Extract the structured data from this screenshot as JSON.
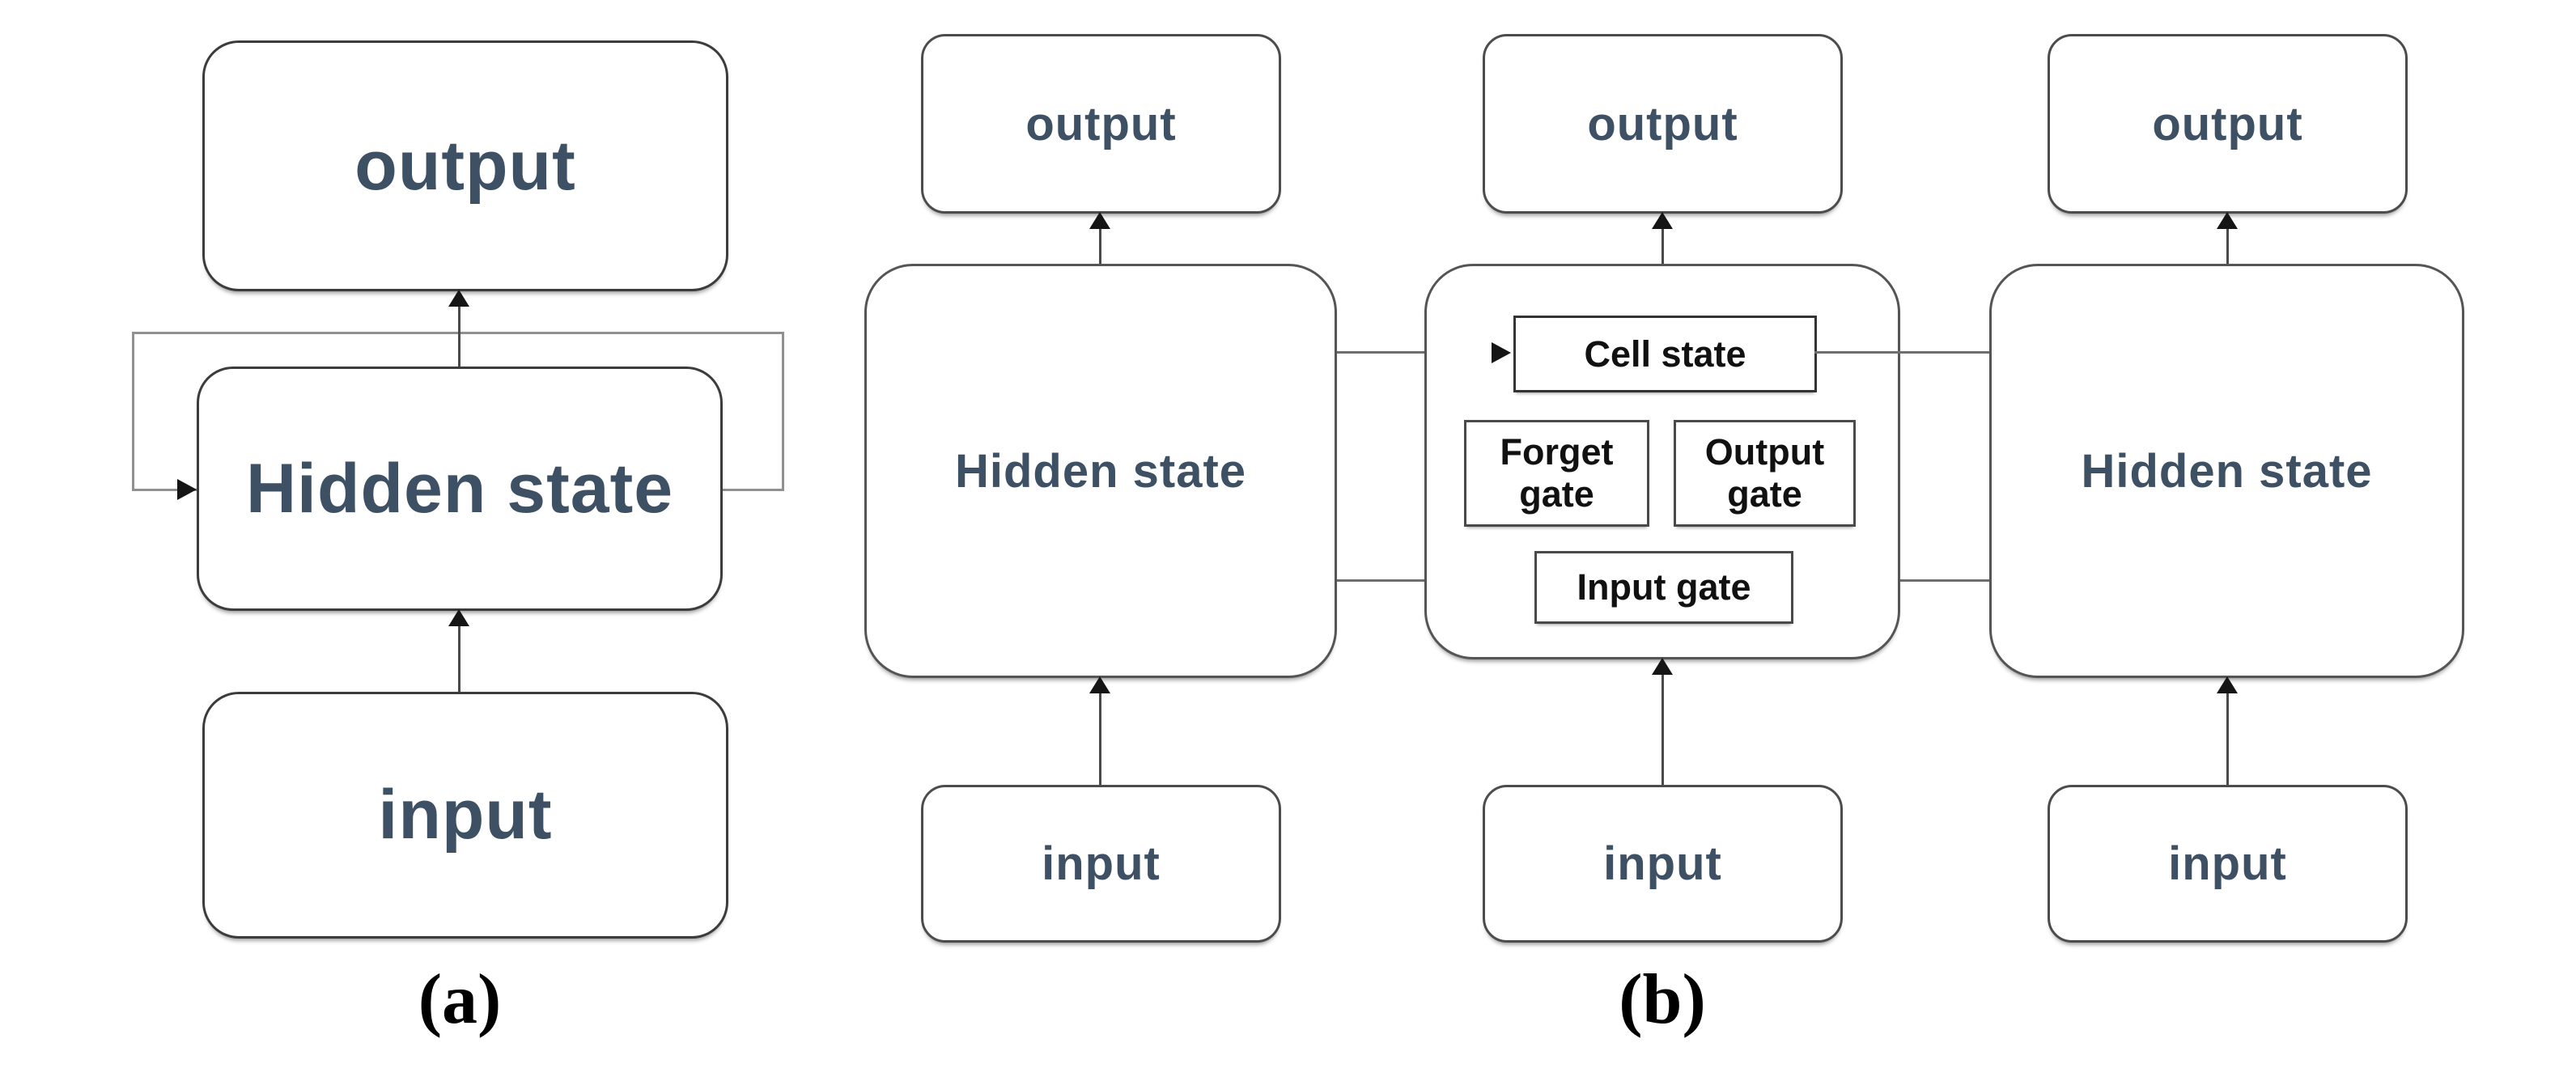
{
  "diagram": {
    "panel_a": {
      "caption": "(a)",
      "output_box": "output",
      "hidden_box": "Hidden state",
      "input_box": "input"
    },
    "panel_b": {
      "caption": "(b)",
      "left_cell": {
        "output": "output",
        "hidden": "Hidden state",
        "input": "input"
      },
      "lstm_cell": {
        "output": "output",
        "cell_state": "Cell state",
        "forget_gate": "Forget gate",
        "output_gate": "Output gate",
        "input_gate": "Input gate",
        "input": "input"
      },
      "right_cell": {
        "output": "output",
        "hidden": "Hidden state",
        "input": "input"
      }
    },
    "colors": {
      "background": "#ffffff",
      "state_label_text": "#3e5064",
      "gate_label_text": "#111111",
      "caption_text": "#000000",
      "box_border": "#3c3c3c",
      "recurrent_loop_line": "#909090",
      "connector_line": "#6f6f6f",
      "arrowhead": "#151515"
    }
  }
}
